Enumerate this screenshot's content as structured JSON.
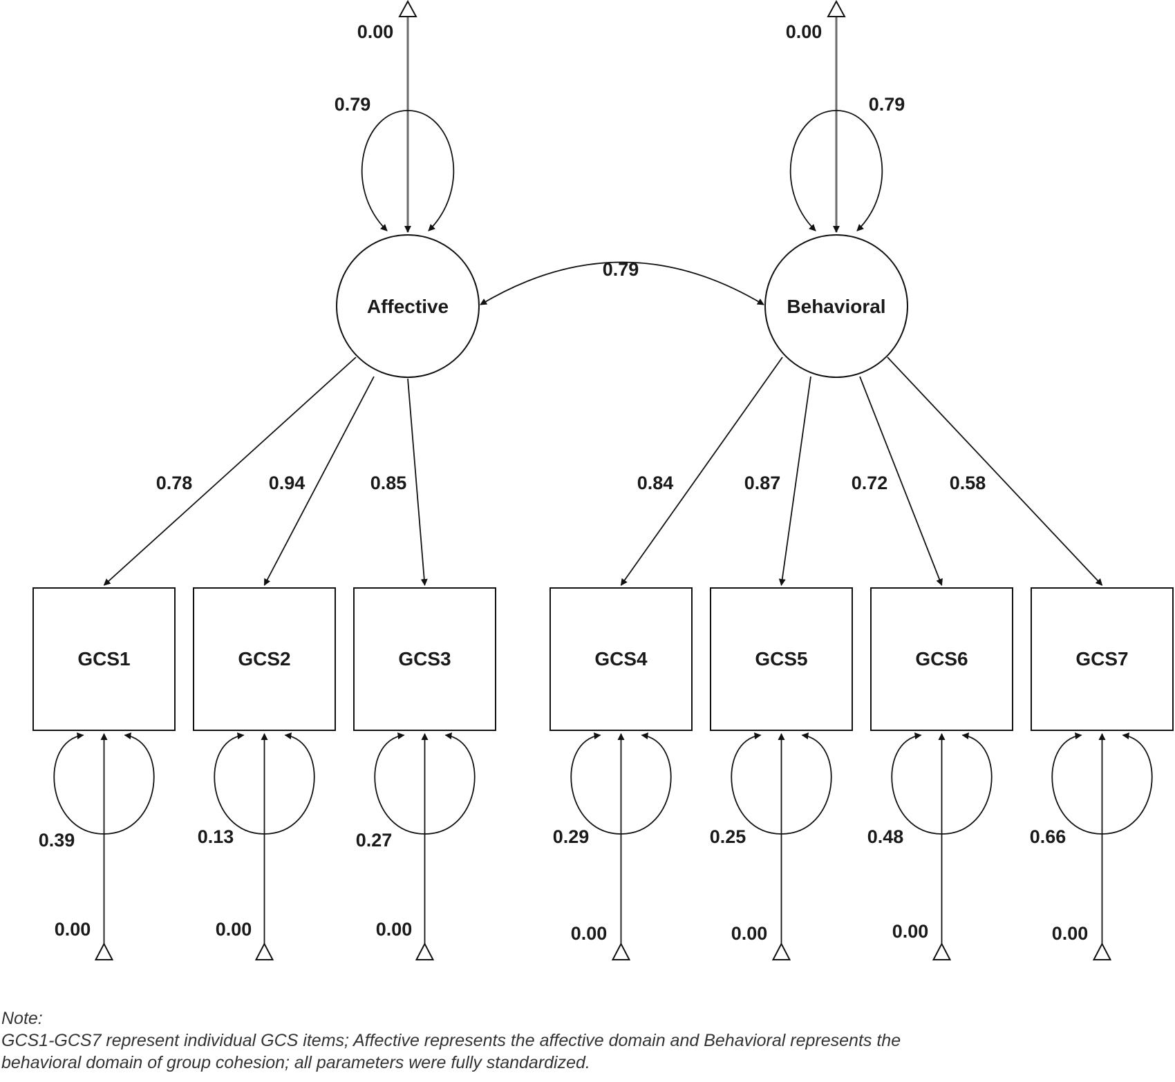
{
  "factors": [
    {
      "id": "affective",
      "label": "Affective",
      "mean": "0.00",
      "variance": "0.79"
    },
    {
      "id": "behavioral",
      "label": "Behavioral",
      "mean": "0.00",
      "variance": "0.79"
    }
  ],
  "covariance": {
    "from": "affective",
    "to": "behavioral",
    "value": "0.79"
  },
  "indicators": [
    {
      "id": "gcs1",
      "label": "GCS1",
      "factor": "affective",
      "loading": "0.78",
      "residual": "0.39",
      "mean": "0.00"
    },
    {
      "id": "gcs2",
      "label": "GCS2",
      "factor": "affective",
      "loading": "0.94",
      "residual": "0.13",
      "mean": "0.00"
    },
    {
      "id": "gcs3",
      "label": "GCS3",
      "factor": "affective",
      "loading": "0.85",
      "residual": "0.27",
      "mean": "0.00"
    },
    {
      "id": "gcs4",
      "label": "GCS4",
      "factor": "behavioral",
      "loading": "0.84",
      "residual": "0.29",
      "mean": "0.00"
    },
    {
      "id": "gcs5",
      "label": "GCS5",
      "factor": "behavioral",
      "loading": "0.87",
      "residual": "0.25",
      "mean": "0.00"
    },
    {
      "id": "gcs6",
      "label": "GCS6",
      "factor": "behavioral",
      "loading": "0.72",
      "residual": "0.48",
      "mean": "0.00"
    },
    {
      "id": "gcs7",
      "label": "GCS7",
      "factor": "behavioral",
      "loading": "0.58",
      "residual": "0.66",
      "mean": "0.00"
    }
  ],
  "note": {
    "heading": "Note:",
    "line1": "GCS1-GCS7 represent individual GCS items; Affective represents the affective domain and Behavioral represents the",
    "line2": "behavioral domain of group cohesion; all parameters were fully standardized."
  }
}
